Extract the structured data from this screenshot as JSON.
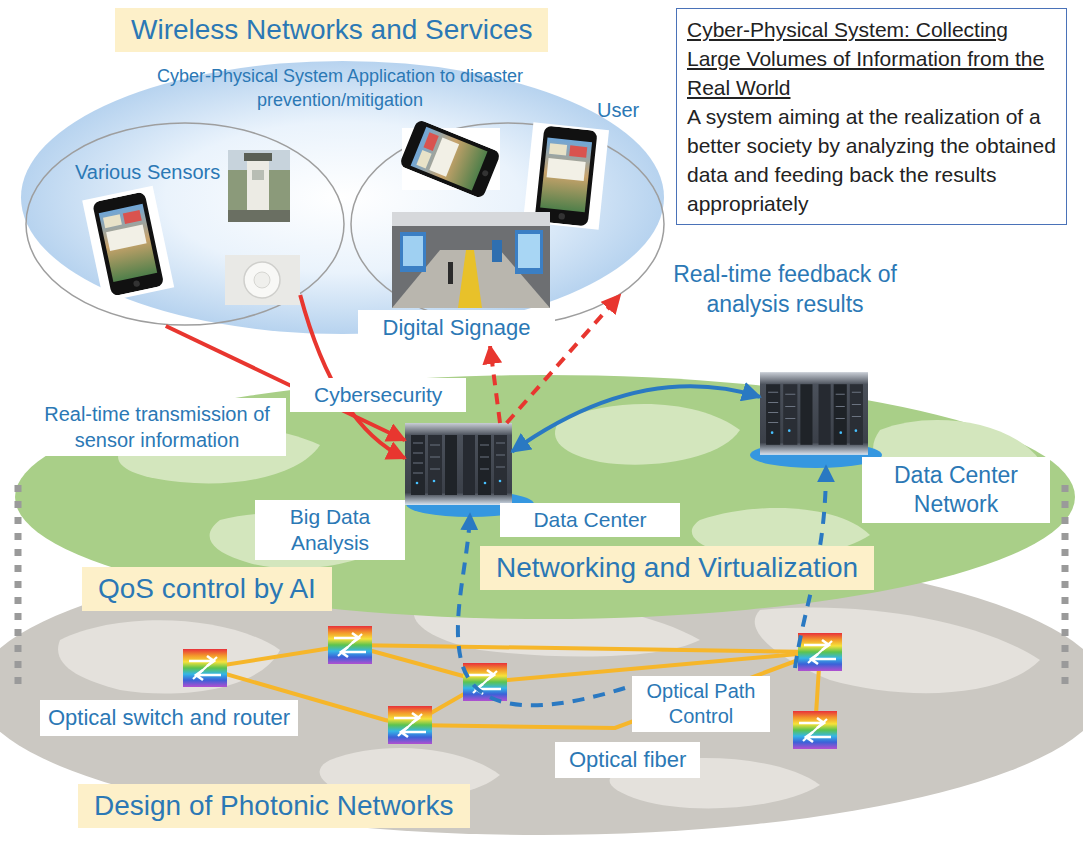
{
  "diagram": {
    "nodes": [
      {
        "text": [
          "Wireless Networks and Services"
        ]
      },
      {
        "text": [
          "Cyber-Physical System: Collecting Large Volumes of Information from the Real World",
          "A system aiming at the realization of a better society by analyzing the obtained data and feeding back the results appropriately"
        ]
      },
      {
        "text": [
          "Cyber-Physical System Application to disaster prevention/mitigation"
        ]
      },
      {
        "text": [
          "Various Sensors"
        ],
        "in": 2
      },
      {
        "text": [
          "User"
        ],
        "in": 2
      },
      {
        "text": [
          "Digital Signage"
        ]
      },
      {
        "text": [
          "Big Data Analysis",
          "Data Center"
        ]
      },
      {
        "text": [
          "Data Center Network"
        ]
      },
      {
        "text": [
          "QoS control by AI"
        ]
      },
      {
        "text": [
          "Networking and Virtualization"
        ]
      },
      {
        "text": [
          "Design of Photonic Networks"
        ]
      }
    ],
    "edges": [
      {
        "from": 3,
        "to": 6,
        "arrow": "to",
        "label": "Real-time transmission of sensor information"
      },
      {
        "from": 3,
        "to": 6,
        "arrow": "to"
      },
      {
        "from": 6,
        "to": 5,
        "arrow": "to"
      },
      {
        "from": 6,
        "to": 4,
        "arrow": "to",
        "label": "Real-time feedback of analysis results"
      },
      {
        "from": 6,
        "to": 7,
        "arrow": "both"
      }
    ],
    "labels": [
      "Cybersecurity",
      "Optical switch and router",
      "Optical Path Control",
      "Optical fiber"
    ]
  }
}
